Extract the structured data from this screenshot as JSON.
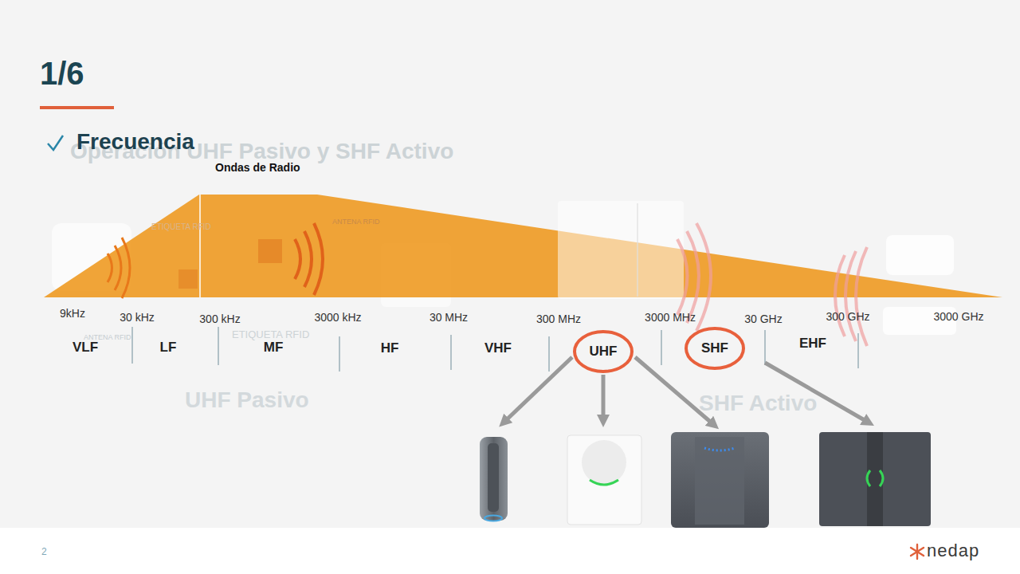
{
  "diagram": {
    "title": "1/6",
    "nodes": [
      {
        "text": [
          "UHF"
        ]
      },
      {
        "text": [
          "SHF"
        ]
      }
    ],
    "labels": [
      "Frecuencia",
      "Operación UHF Pasivo y SHF Activo",
      "Ondas de Radio",
      "ETIQUETA RFID",
      "ANTENA RFID",
      "ANTENA RFID",
      "ETIQUETA RFID",
      "9kHz",
      "30 kHz",
      "300 kHz",
      "3000 kHz",
      "30 MHz",
      "300 MHz",
      "3000 MHz",
      "30 GHz",
      "300 GHz",
      "3000 GHz",
      "VLF",
      "LF",
      "MF",
      "HF",
      "VHF",
      "EHF",
      "UHF Pasivo",
      "SHF Activo",
      "2",
      "nedap"
    ]
  }
}
